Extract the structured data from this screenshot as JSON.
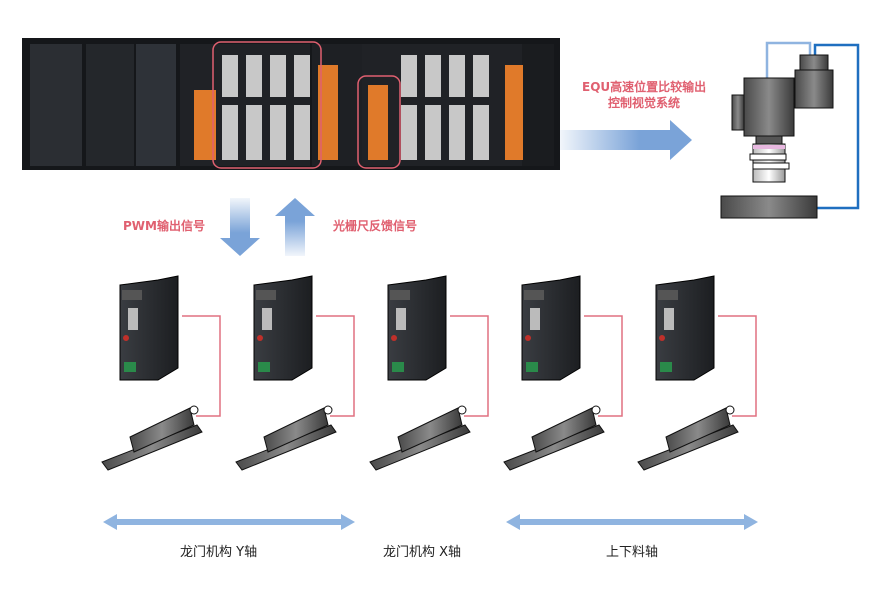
{
  "labels": {
    "equ_line1": "EQU高速位置比较输出",
    "equ_line2": "控制视觉系统",
    "pwm": "PWM输出信号",
    "feedback": "光栅尺反馈信号"
  },
  "axes_groups": [
    {
      "label": "龙门机构 Y轴"
    },
    {
      "label": "龙门机构 X轴"
    },
    {
      "label": "上下料轴"
    }
  ],
  "colors": {
    "accent_red": "#e06070",
    "arrow_blue": "#7aa3d8",
    "cable_light_blue": "#8fb4e0",
    "cable_dark_blue": "#1f6fc0"
  },
  "devices": {
    "controller": "plc-rack",
    "drive_count": 5,
    "stage_count": 5,
    "camera": "vision-camera"
  }
}
